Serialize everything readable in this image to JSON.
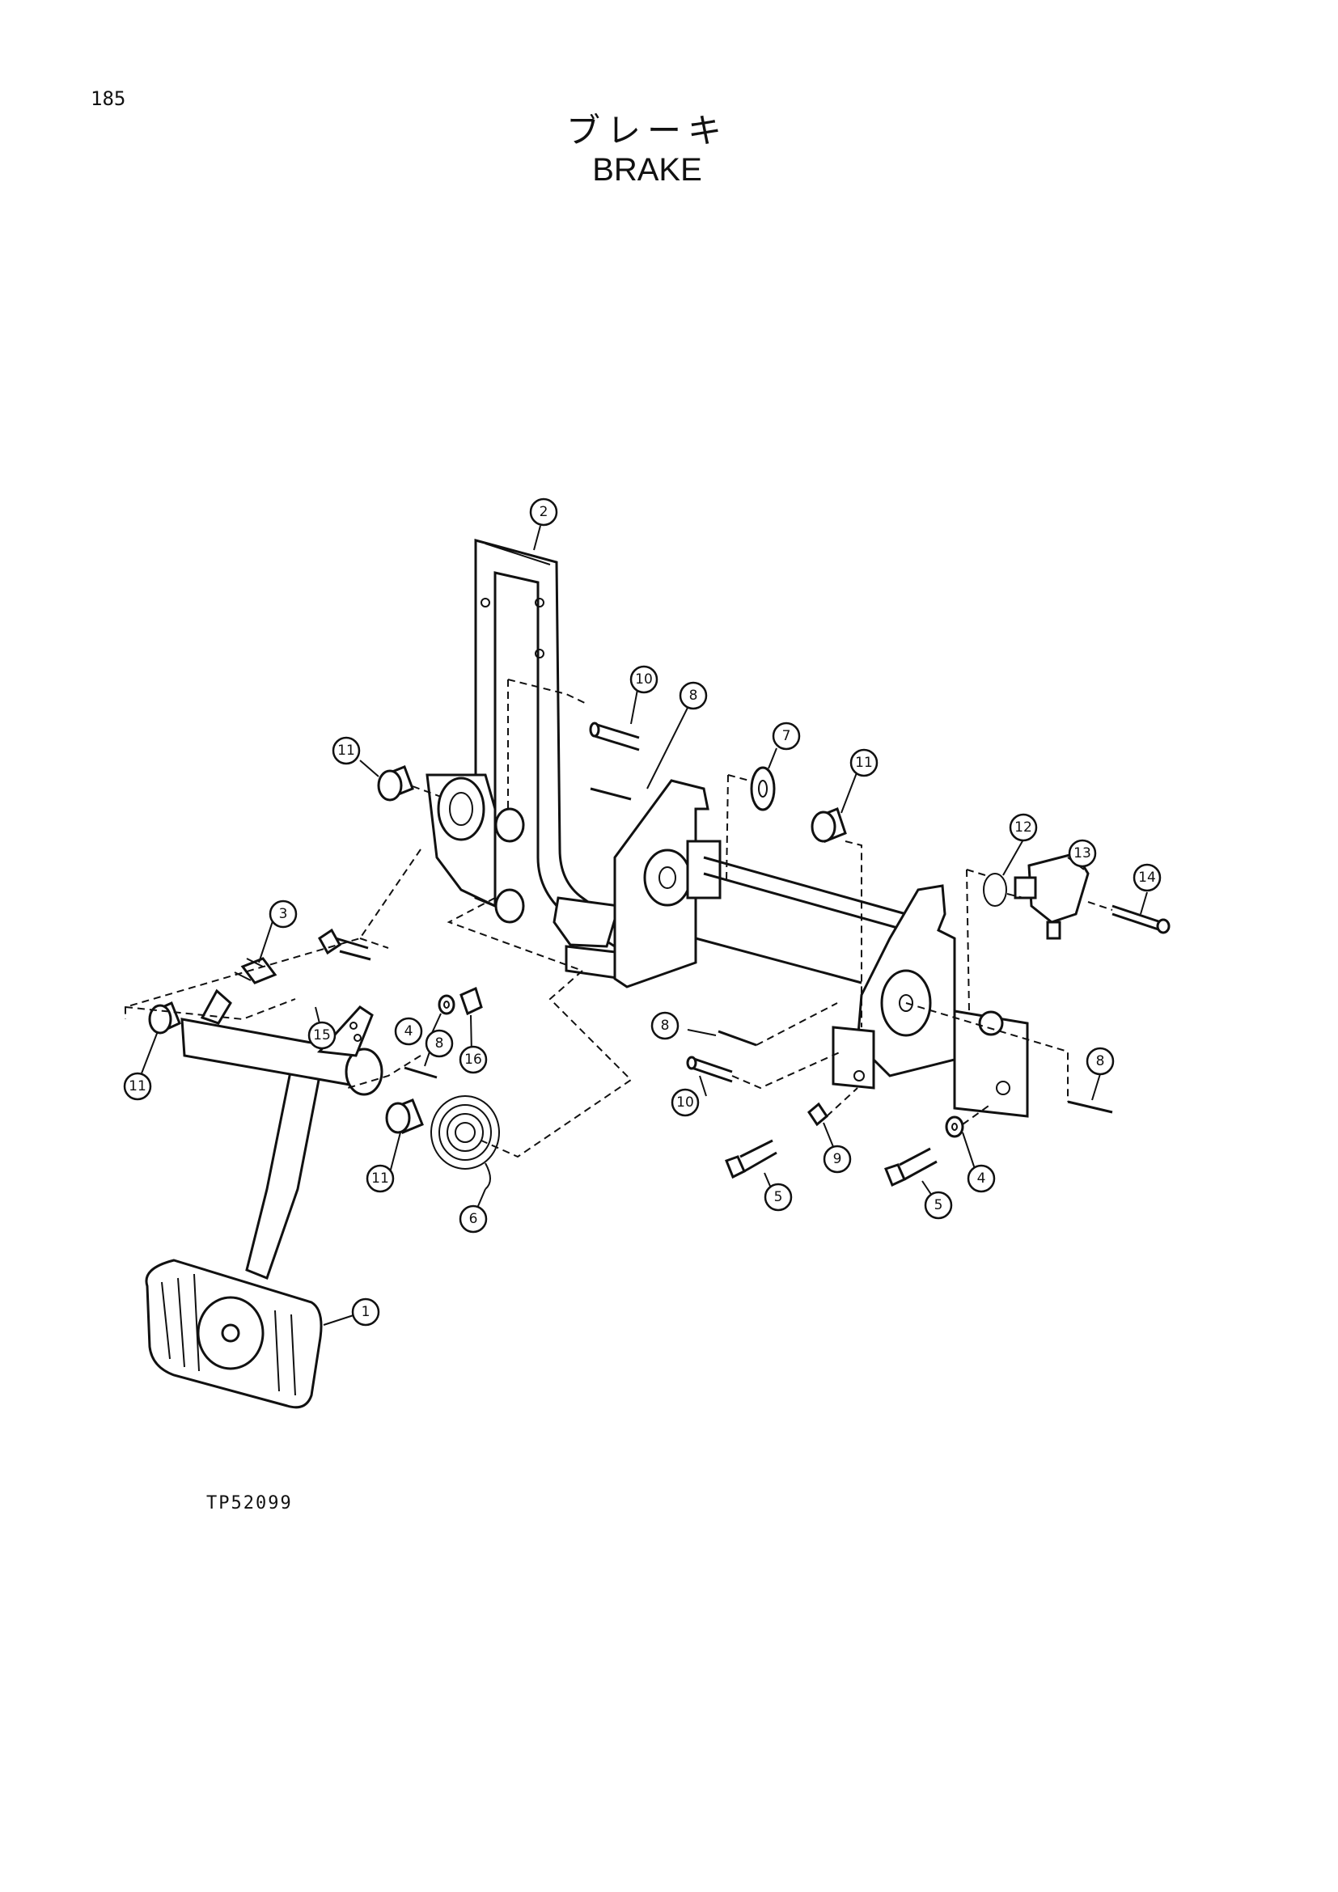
{
  "page_number": "185",
  "title_jp": "ブレーキ",
  "title_en": "BRAKE",
  "figure_code": "TP52099",
  "callouts": [
    {
      "label": "1"
    },
    {
      "label": "2"
    },
    {
      "label": "3"
    },
    {
      "label": "4"
    },
    {
      "label": "4"
    },
    {
      "label": "5"
    },
    {
      "label": "5"
    },
    {
      "label": "6"
    },
    {
      "label": "7"
    },
    {
      "label": "8"
    },
    {
      "label": "8"
    },
    {
      "label": "8"
    },
    {
      "label": "8"
    },
    {
      "label": "9"
    },
    {
      "label": "10"
    },
    {
      "label": "10"
    },
    {
      "label": "11"
    },
    {
      "label": "11"
    },
    {
      "label": "11"
    },
    {
      "label": "11"
    },
    {
      "label": "12"
    },
    {
      "label": "13"
    },
    {
      "label": "14"
    },
    {
      "label": "15"
    },
    {
      "label": "16"
    }
  ]
}
